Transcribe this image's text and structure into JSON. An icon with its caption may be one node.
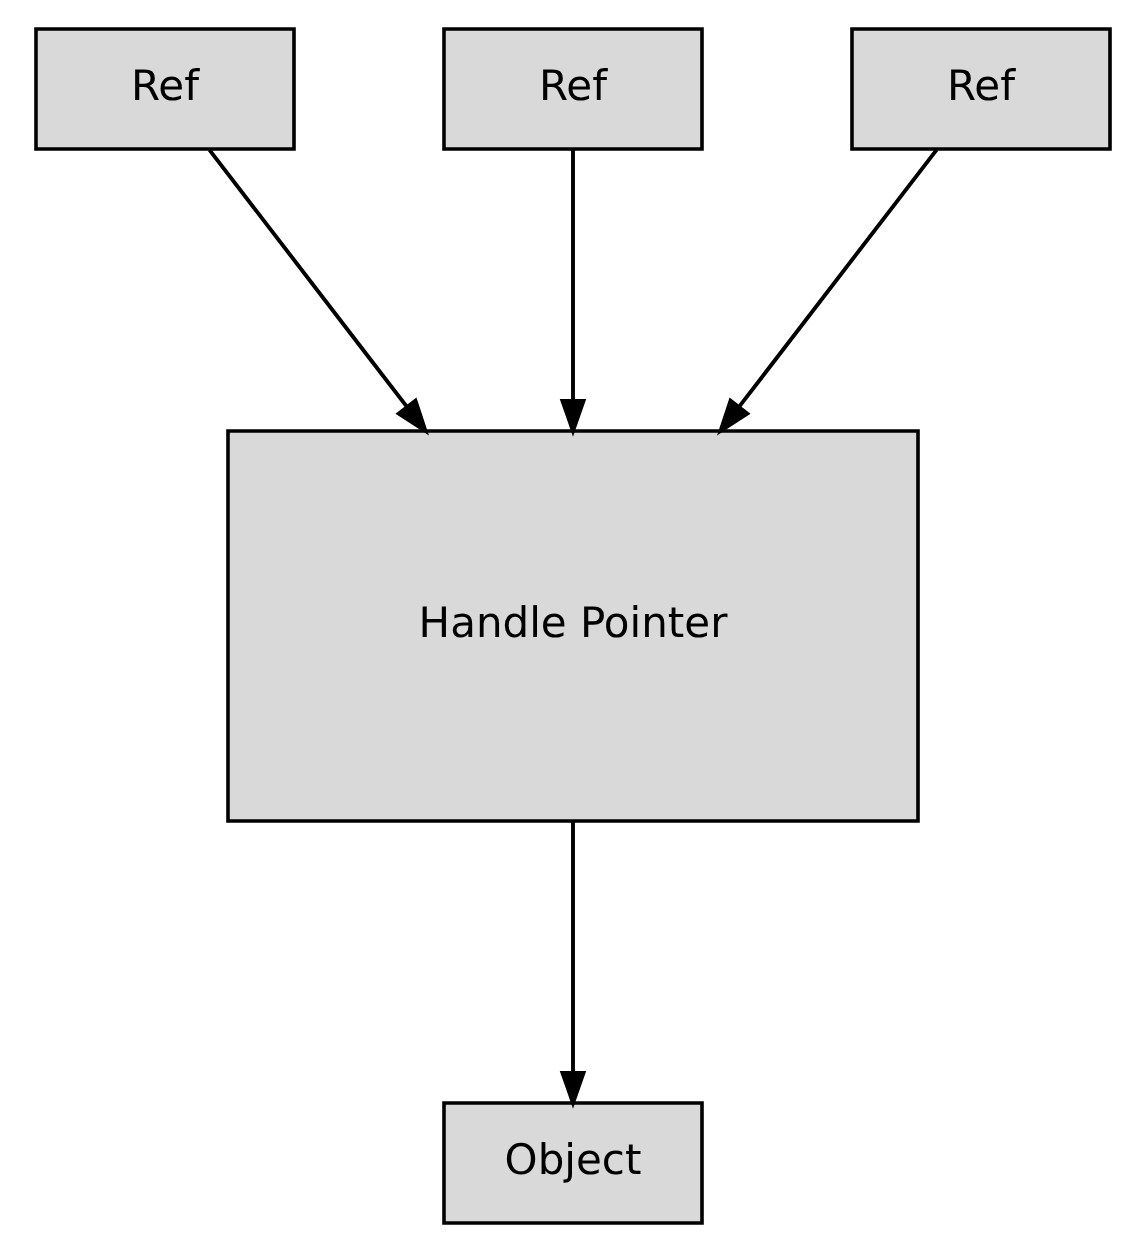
{
  "diagram": {
    "nodes": [
      {
        "text": [
          "Ref"
        ]
      },
      {
        "text": [
          "Ref"
        ]
      },
      {
        "text": [
          "Ref"
        ]
      },
      {
        "text": [
          "Handle Pointer"
        ]
      },
      {
        "text": [
          "Object"
        ]
      }
    ],
    "edges": [
      {
        "from": 0,
        "to": 3,
        "arrow": "to"
      },
      {
        "from": 1,
        "to": 3,
        "arrow": "to"
      },
      {
        "from": 2,
        "to": 3,
        "arrow": "to"
      },
      {
        "from": 3,
        "to": 4,
        "arrow": "to"
      }
    ]
  }
}
